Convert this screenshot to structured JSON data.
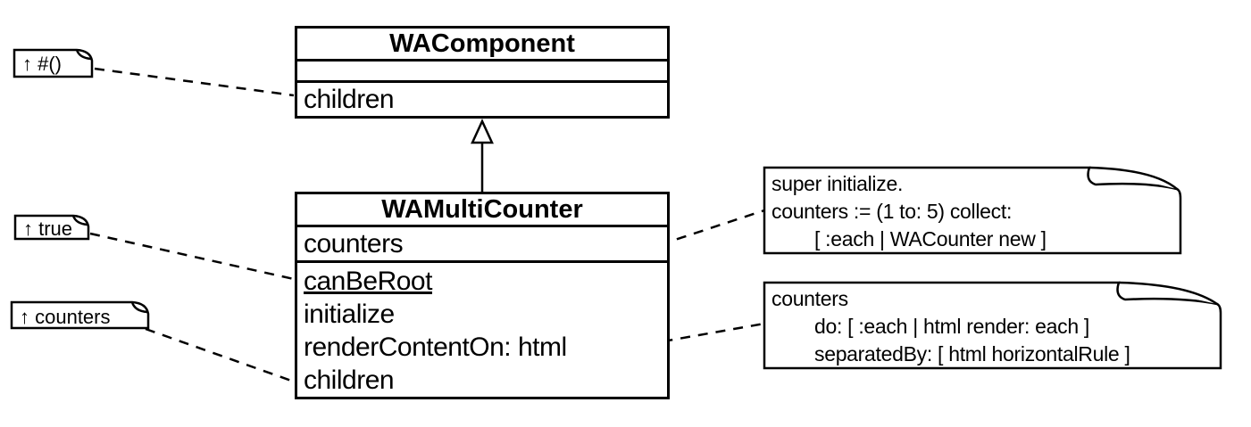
{
  "diagram": {
    "kind": "uml-class-diagram",
    "colors": {
      "stroke": "#000000",
      "background": "#ffffff",
      "text": "#000000"
    }
  },
  "waComponent": {
    "title": "WAComponent",
    "attributes": [],
    "methods": [
      "children"
    ]
  },
  "waMultiCounter": {
    "title": "WAMultiCounter",
    "attributes": [
      "counters"
    ],
    "methods": [
      "canBeRoot",
      "initialize",
      "renderContentOn: html",
      "children"
    ]
  },
  "left_notes": [
    {
      "label": "↑ #()"
    },
    {
      "label": "↑ true"
    },
    {
      "label": "↑ counters"
    }
  ],
  "right_notes": [
    {
      "lines": [
        "super initialize.",
        "counters := (1 to: 5) collect:",
        "[ :each | WACounter new ]"
      ]
    },
    {
      "lines": [
        "counters",
        "do: [ :each | html render: each ]",
        "separatedBy: [ html horizontalRule ]"
      ]
    }
  ]
}
